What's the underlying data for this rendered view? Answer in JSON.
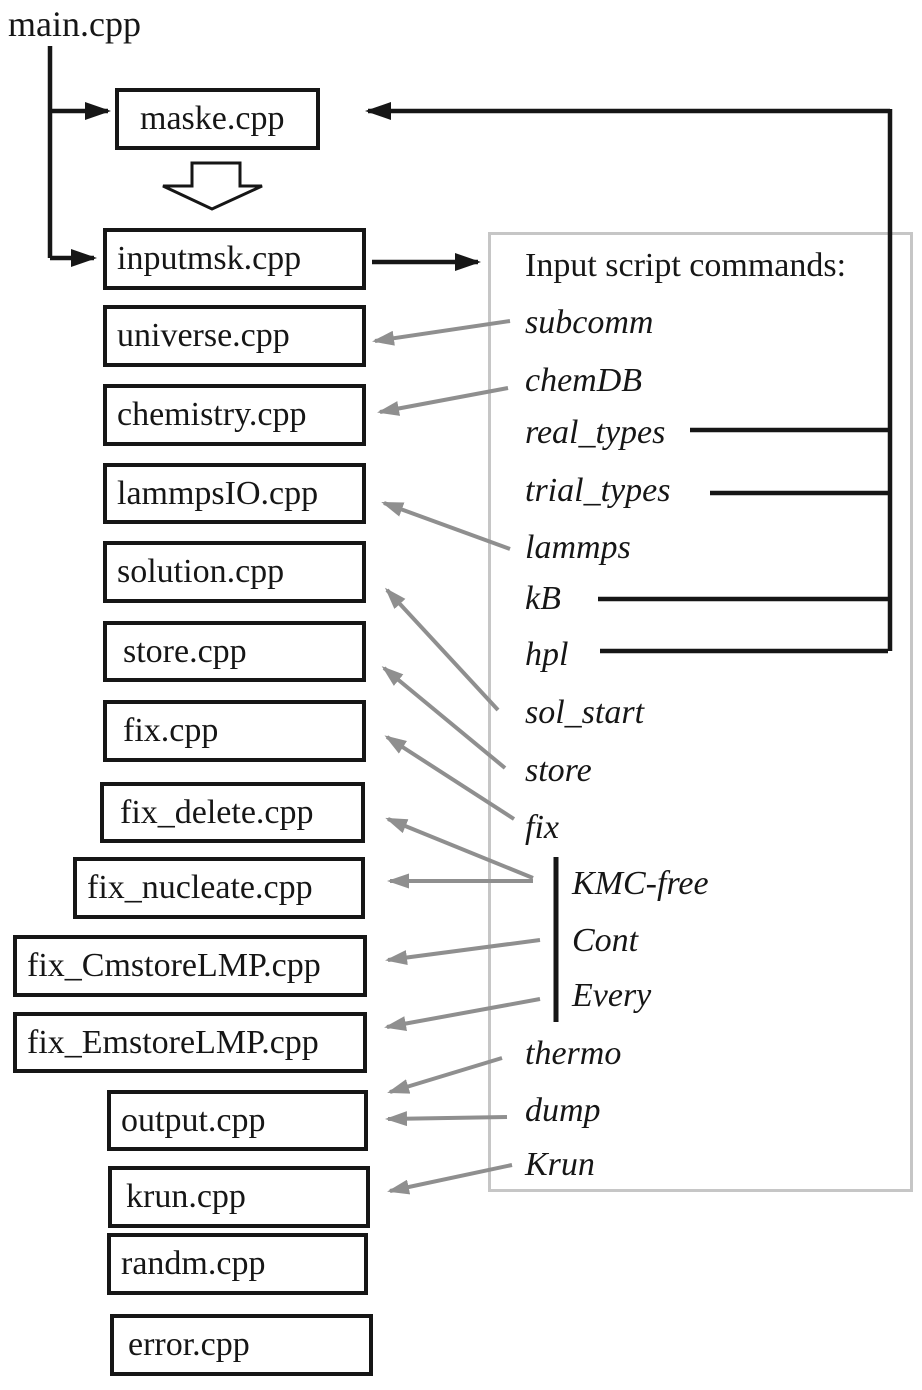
{
  "diagram": {
    "root_label": "main.cpp",
    "panel": {
      "title": "Input script commands:"
    },
    "files": [
      {
        "label": "maske.cpp"
      },
      {
        "label": "inputmsk.cpp"
      },
      {
        "label": "universe.cpp"
      },
      {
        "label": "chemistry.cpp"
      },
      {
        "label": "lammpsIO.cpp"
      },
      {
        "label": "solution.cpp"
      },
      {
        "label": "store.cpp"
      },
      {
        "label": "fix.cpp"
      },
      {
        "label": "fix_delete.cpp"
      },
      {
        "label": "fix_nucleate.cpp"
      },
      {
        "label": "fix_CmstoreLMP.cpp"
      },
      {
        "label": "fix_EmstoreLMP.cpp"
      },
      {
        "label": "output.cpp"
      },
      {
        "label": "krun.cpp"
      },
      {
        "label": "randm.cpp"
      },
      {
        "label": "error.cpp"
      }
    ],
    "commands": [
      {
        "label": "subcomm"
      },
      {
        "label": "chemDB"
      },
      {
        "label": "real_types"
      },
      {
        "label": "trial_types"
      },
      {
        "label": "lammps"
      },
      {
        "label": "kB"
      },
      {
        "label": "hpl"
      },
      {
        "label": "sol_start"
      },
      {
        "label": "store"
      },
      {
        "label": "fix"
      },
      {
        "label": "KMC-free",
        "indented": true
      },
      {
        "label": "Cont",
        "indented": true
      },
      {
        "label": "Every",
        "indented": true
      },
      {
        "label": "thermo"
      },
      {
        "label": "dump"
      },
      {
        "label": "Krun"
      }
    ],
    "connections": [
      {
        "from": "main.cpp",
        "to": "maske.cpp"
      },
      {
        "from": "main.cpp",
        "to": "inputmsk.cpp"
      },
      {
        "from": "maske.cpp",
        "to": "inputmsk.cpp"
      },
      {
        "from": "inputmsk.cpp",
        "to": "Input script commands"
      },
      {
        "from": "subcomm",
        "to": "universe.cpp"
      },
      {
        "from": "chemDB",
        "to": "chemistry.cpp"
      },
      {
        "from": "real_types",
        "to": "maske.cpp"
      },
      {
        "from": "trial_types",
        "to": "maske.cpp"
      },
      {
        "from": "lammps",
        "to": "lammpsIO.cpp"
      },
      {
        "from": "kB",
        "to": "maske.cpp"
      },
      {
        "from": "hpl",
        "to": "maske.cpp"
      },
      {
        "from": "sol_start",
        "to": "solution.cpp"
      },
      {
        "from": "store",
        "to": "store.cpp"
      },
      {
        "from": "fix",
        "to": "fix.cpp"
      },
      {
        "from": "KMC-free",
        "to": "fix_delete.cpp"
      },
      {
        "from": "KMC-free",
        "to": "fix_nucleate.cpp"
      },
      {
        "from": "Cont",
        "to": "fix_CmstoreLMP.cpp"
      },
      {
        "from": "Every",
        "to": "fix_EmstoreLMP.cpp"
      },
      {
        "from": "thermo",
        "to": "output.cpp"
      },
      {
        "from": "dump",
        "to": "output.cpp"
      },
      {
        "from": "Krun",
        "to": "krun.cpp"
      }
    ],
    "colors": {
      "ink": "#161616",
      "gray_arrow": "#8f8f8f",
      "panel_border": "#c6c6c6",
      "bg": "#ffffff"
    }
  }
}
